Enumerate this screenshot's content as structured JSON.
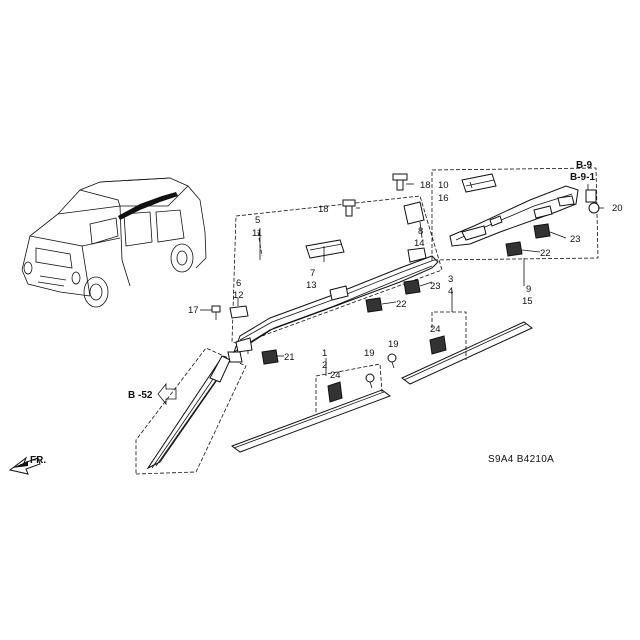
{
  "diagram": {
    "code": "S9A4  B4210A",
    "front_label": "FR.",
    "refs": {
      "b9": "B-9",
      "b91": "B-9-1",
      "b52": "B -52"
    },
    "callouts": {
      "c1": "1",
      "c2": "2",
      "c3": "3",
      "c4": "4",
      "c5": "5",
      "c6": "6",
      "c7": "7",
      "c8": "8",
      "c9": "9",
      "c10": "10",
      "c11": "11",
      "c12": "12",
      "c13": "13",
      "c14": "14",
      "c15": "15",
      "c16": "16",
      "c17": "17",
      "c18a": "18",
      "c18b": "18",
      "c19a": "19",
      "c19b": "19",
      "c20": "20",
      "c21": "21",
      "c22a": "22",
      "c22b": "22",
      "c23a": "23",
      "c23b": "23",
      "c24a": "24",
      "c24b": "24"
    }
  }
}
